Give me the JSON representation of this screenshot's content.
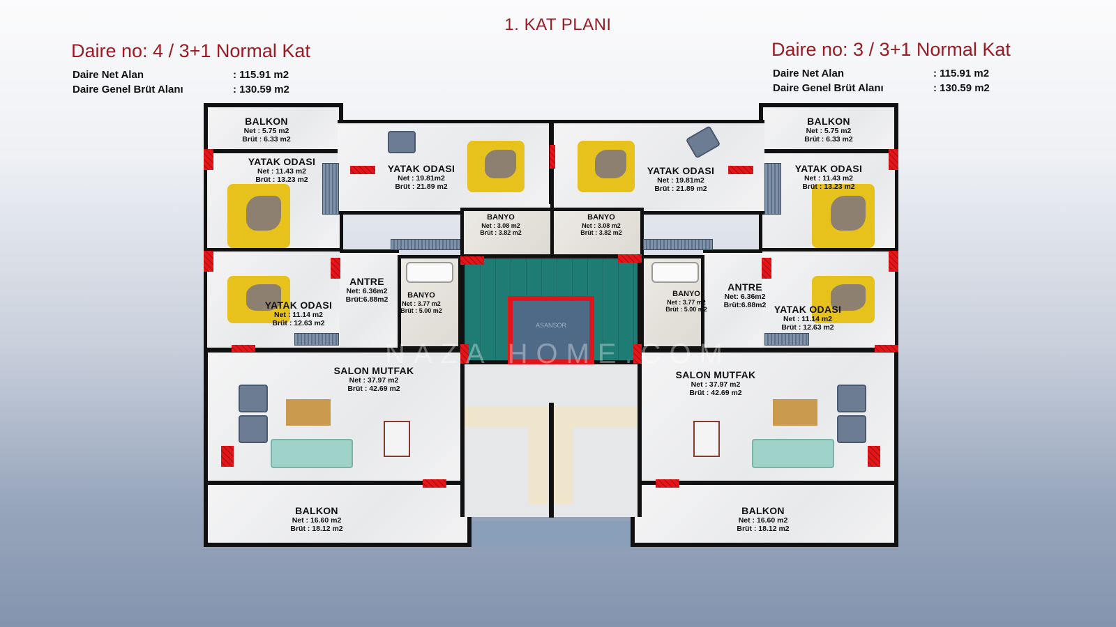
{
  "title": "1. KAT PLANI",
  "units": [
    {
      "heading": "Daire no:  4  / 3+1 Normal Kat",
      "net_label": "Daire Net Alan",
      "net_value": ":  115.91 m2",
      "gross_label": "Daire Genel Brüt Alanı",
      "gross_value": ":  130.59 m2",
      "rooms": [
        {
          "name": "BALKON",
          "net": "Net  : 5.75 m2",
          "brut": "Brüt : 6.33 m2"
        },
        {
          "name": "YATAK ODASI",
          "net": "Net  : 11.43 m2",
          "brut": "Brüt : 13.23 m2"
        },
        {
          "name": "YATAK ODASI",
          "net": "Net  : 19.81m2",
          "brut": "Brüt : 21.89 m2"
        },
        {
          "name": "BANYO",
          "net": "Net  : 3.08 m2",
          "brut": "Brüt : 3.82 m2"
        },
        {
          "name": "ANTRE",
          "net": "Net: 6.36m2",
          "brut": "Brüt:6.88m2"
        },
        {
          "name": "BANYO",
          "net": "Net  : 3.77 m2",
          "brut": "Brüt : 5.00 m2"
        },
        {
          "name": "YATAK ODASI",
          "net": "Net  : 11.14 m2",
          "brut": "Brüt : 12.63 m2"
        },
        {
          "name": "SALON MUTFAK",
          "net": "Net  : 37.97 m2",
          "brut": "Brüt : 42.69 m2"
        },
        {
          "name": "BALKON",
          "net": "Net  : 16.60 m2",
          "brut": "Brüt : 18.12 m2"
        }
      ]
    },
    {
      "heading": "Daire no:  3  / 3+1 Normal Kat",
      "net_label": "Daire Net Alan",
      "net_value": ":  115.91 m2",
      "gross_label": "Daire Genel Brüt Alanı",
      "gross_value": ":  130.59 m2",
      "rooms": [
        {
          "name": "BALKON",
          "net": "Net  : 5.75 m2",
          "brut": "Brüt : 6.33 m2"
        },
        {
          "name": "YATAK ODASI",
          "net": "Net  : 11.43 m2",
          "brut": "Brüt : 13.23 m2"
        },
        {
          "name": "YATAK ODASI",
          "net": "Net  : 19.81m2",
          "brut": "Brüt : 21.89 m2"
        },
        {
          "name": "BANYO",
          "net": "Net  : 3.08 m2",
          "brut": "Brüt : 3.82 m2"
        },
        {
          "name": "ANTRE",
          "net": "Net: 6.36m2",
          "brut": "Brüt:6.88m2"
        },
        {
          "name": "BANYO",
          "net": "Net  : 3.77 m2",
          "brut": "Brüt : 5.00 m2"
        },
        {
          "name": "YATAK ODASI",
          "net": "Net  : 11.14 m2",
          "brut": "Brüt : 12.63 m2"
        },
        {
          "name": "SALON MUTFAK",
          "net": "Net  : 37.97 m2",
          "brut": "Brüt : 42.69 m2"
        },
        {
          "name": "BALKON",
          "net": "Net  : 16.60 m2",
          "brut": "Brüt : 18.12 m2"
        }
      ]
    }
  ],
  "elevator_label": "ASANSOR",
  "watermark": "NAZA HOME.COM",
  "colors": {
    "title": "#9b1b24",
    "wall": "#111111",
    "column": "#e5161b",
    "stairwell": "#1e7c74"
  }
}
